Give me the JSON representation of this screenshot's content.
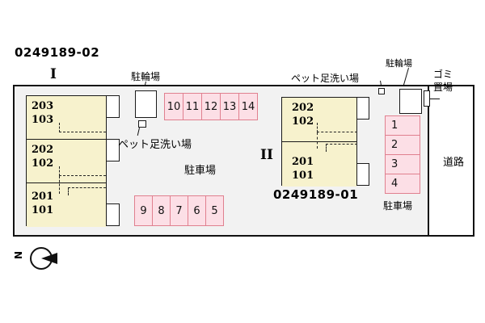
{
  "plan": {
    "property_code_top": "0249189-02",
    "property_code_bottom": "0249189-01",
    "building1_mark": "I",
    "building2_mark": "II",
    "road_label": "道路",
    "parking_label_center": "駐車場",
    "parking_label_right": "駐車場",
    "bike_label_left": "駐輪場",
    "bike_label_right": "駐輪場",
    "petwash_label_left": "ペット足洗い場",
    "petwash_label_right": "ペット足洗い場",
    "gomi_label_line1": "ゴミ",
    "gomi_label_line2": "置場",
    "compass_label": "N"
  },
  "building1": {
    "units": [
      {
        "upper": "203",
        "lower": "103"
      },
      {
        "upper": "202",
        "lower": "102"
      },
      {
        "upper": "201",
        "lower": "101"
      }
    ]
  },
  "building2": {
    "units": [
      {
        "upper": "202",
        "lower": "102"
      },
      {
        "upper": "201",
        "lower": "101"
      }
    ]
  },
  "parking": {
    "top_row": [
      "10",
      "11",
      "12",
      "13",
      "14"
    ],
    "bottom_row": [
      "9",
      "8",
      "7",
      "6",
      "5"
    ],
    "right_column": [
      "1",
      "2",
      "3",
      "4"
    ]
  },
  "colors": {
    "stall_fill": "#fcdfe6",
    "stall_border": "#e0808f",
    "building_fill": "#f7f2cd",
    "site_fill": "#f2f2f2",
    "ink": "#111111"
  }
}
